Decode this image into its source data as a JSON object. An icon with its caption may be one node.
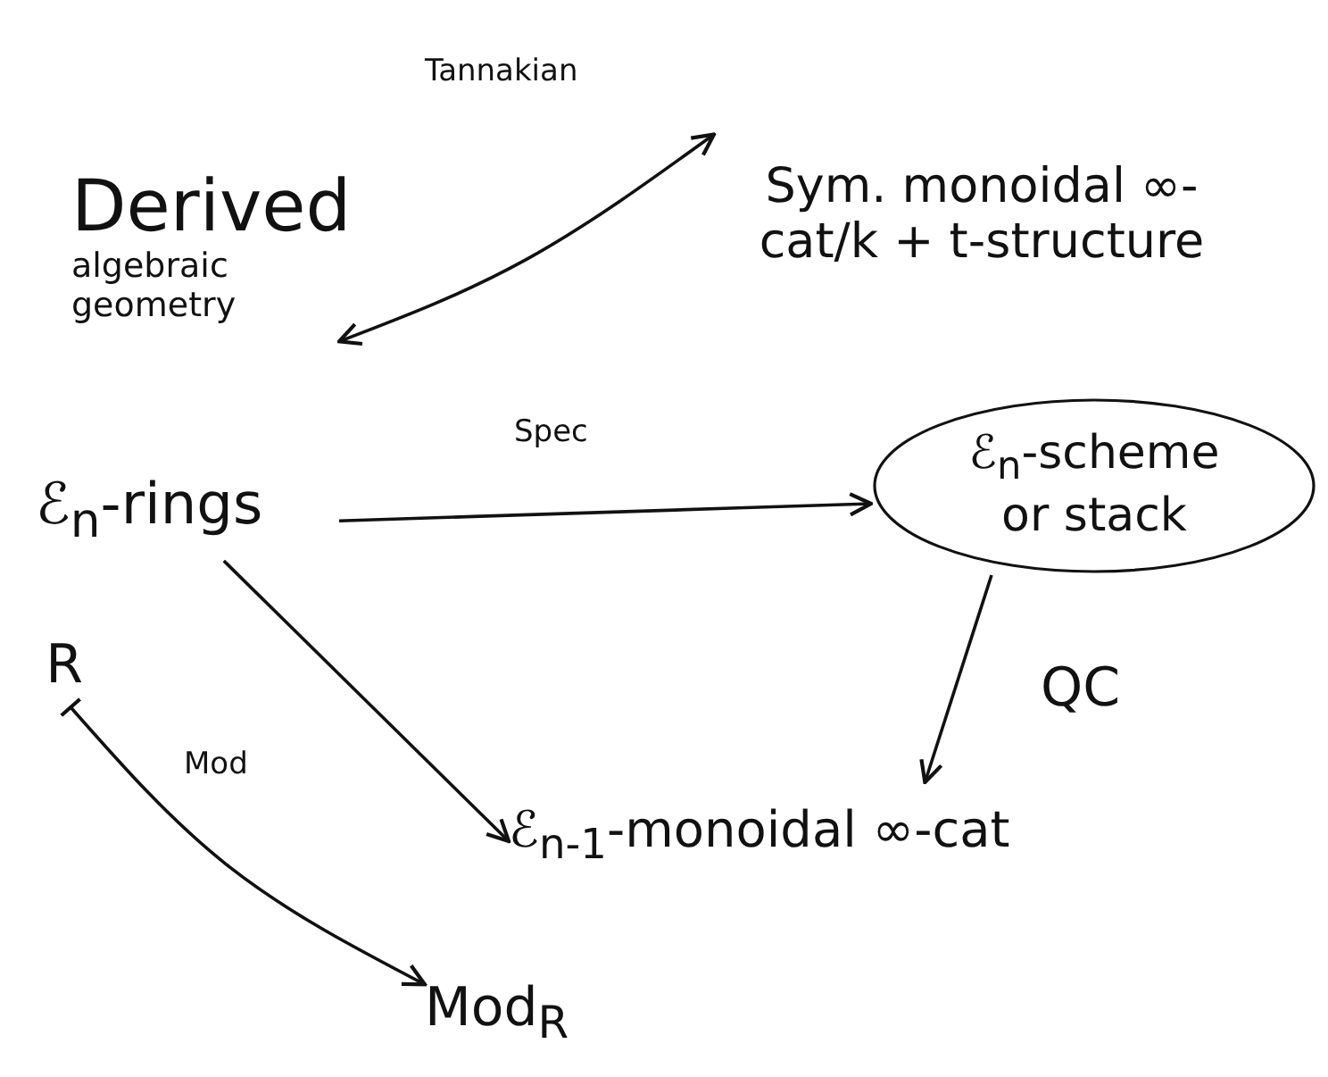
{
  "diagram": {
    "nodes": [
      {
        "text": [
          "Derived",
          "algebraic geometry"
        ]
      },
      {
        "text": [
          "Sym. monoidal ∞-cat/k + t-structure"
        ]
      },
      {
        "text": [
          "ℰ$_{n}$-rings"
        ]
      },
      {
        "text": [
          "ℰ$_{n}$-scheme or stack"
        ]
      },
      {
        "text": [
          "ℰ$_{n-1}$-monoidal ∞-cat"
        ]
      },
      {
        "text": [
          "R"
        ]
      },
      {
        "text": [
          "Mod$_{R}$"
        ]
      }
    ],
    "edges": [
      {
        "from": 0,
        "to": 1,
        "arrow": "both",
        "label": "Tannakian"
      },
      {
        "from": 2,
        "to": 3,
        "arrow": "to",
        "label": "Spec"
      },
      {
        "from": 3,
        "to": 4,
        "arrow": "to",
        "label": "QC"
      },
      {
        "from": 2,
        "to": 4,
        "arrow": "to"
      },
      {
        "from": 5,
        "to": 6,
        "arrow": "to",
        "label": "Mod"
      }
    ]
  }
}
